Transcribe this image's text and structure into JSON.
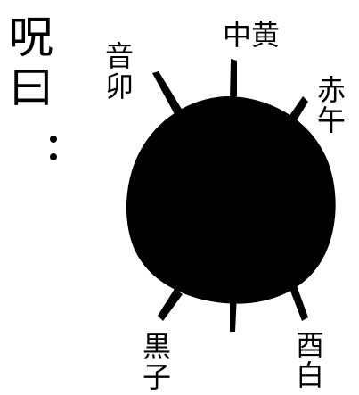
{
  "incantation": {
    "text": "呪曰",
    "chars": [
      "呪",
      "曰"
    ]
  },
  "directions": {
    "east": {
      "chars": [
        "音",
        "卯"
      ]
    },
    "center": {
      "text": "中黄"
    },
    "south": {
      "chars": [
        "赤",
        "午"
      ]
    },
    "north": {
      "chars": [
        "黒",
        "子"
      ]
    },
    "west": {
      "chars": [
        "酉",
        "白"
      ]
    }
  },
  "colors": {
    "ink": "#000000",
    "background": "#ffffff"
  }
}
